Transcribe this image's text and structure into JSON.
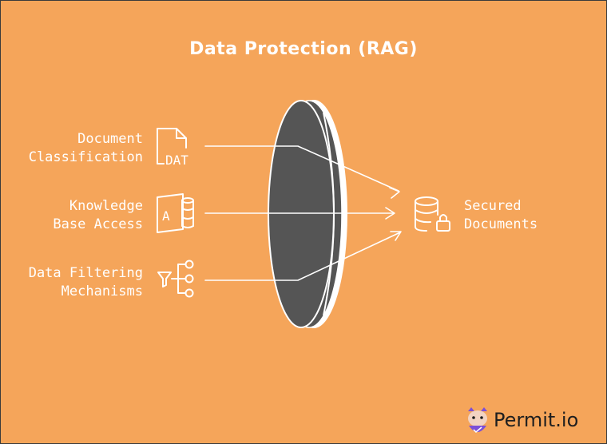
{
  "diagram": {
    "title": "Data Protection (RAG)",
    "inputs": [
      {
        "line1": "Document",
        "line2": "Classification",
        "icon": "document-dat-icon",
        "icon_text": "DAT"
      },
      {
        "line1": "Knowledge",
        "line2": "Base Access",
        "icon": "knowledge-base-icon",
        "icon_text": "A"
      },
      {
        "line1": "Data Filtering",
        "line2": "Mechanisms",
        "icon": "filter-flow-icon"
      }
    ],
    "output": {
      "line1": "Secured",
      "line2": "Documents",
      "icon": "secured-database-icon"
    },
    "filter_element": "lens-filter",
    "colors": {
      "background": "#F5A55A",
      "lens": "#555555",
      "stroke": "#FFFFFF"
    }
  },
  "branding": {
    "name": "Permit.io",
    "icon": "permit-mascot-icon"
  }
}
